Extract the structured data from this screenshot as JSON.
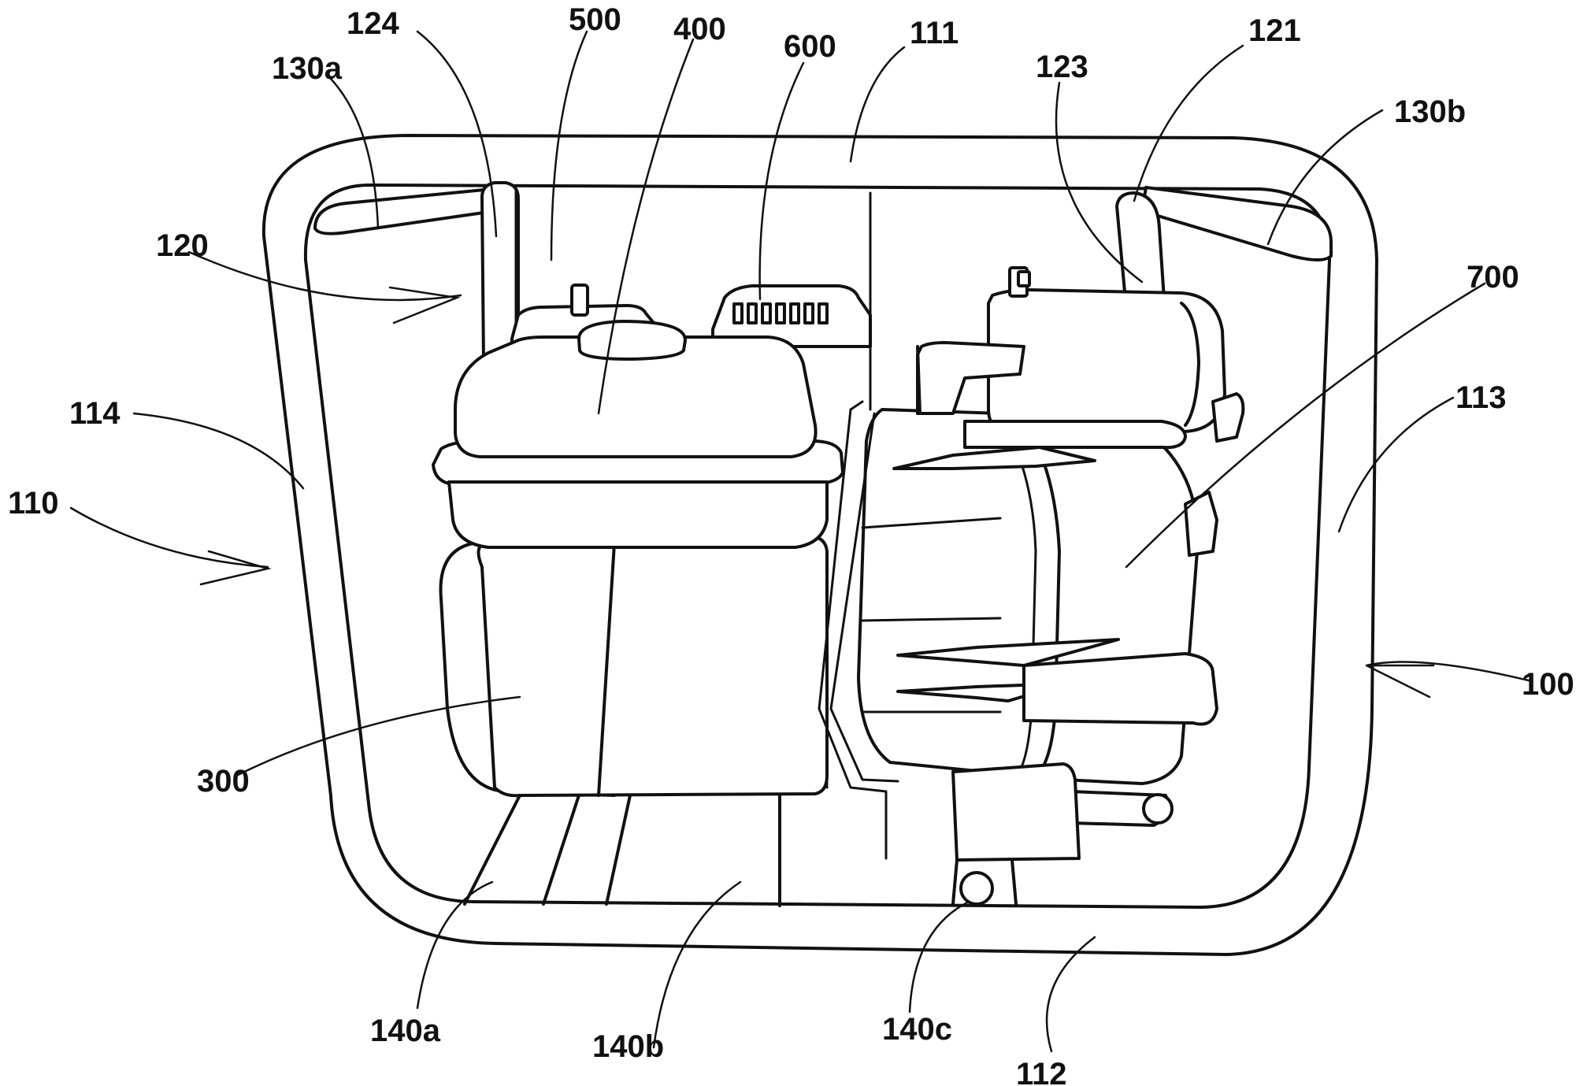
{
  "labels": {
    "l_124": "124",
    "l_500": "500",
    "l_400": "400",
    "l_600": "600",
    "l_111": "111",
    "l_121": "121",
    "l_130a": "130a",
    "l_123": "123",
    "l_130b": "130b",
    "l_120": "120",
    "l_700": "700",
    "l_114": "114",
    "l_113": "113",
    "l_110": "110",
    "l_100": "100",
    "l_300": "300",
    "l_140a": "140a",
    "l_140b": "140b",
    "l_140c": "140c",
    "l_112": "112"
  }
}
